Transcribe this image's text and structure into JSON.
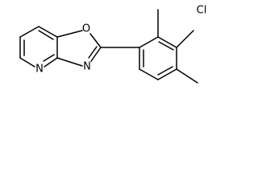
{
  "structure": {
    "atoms": {
      "oxygen": "O",
      "oxazole_nitrogen": "N",
      "pyridine_nitrogen": "N",
      "chlorine": "Cl"
    }
  }
}
